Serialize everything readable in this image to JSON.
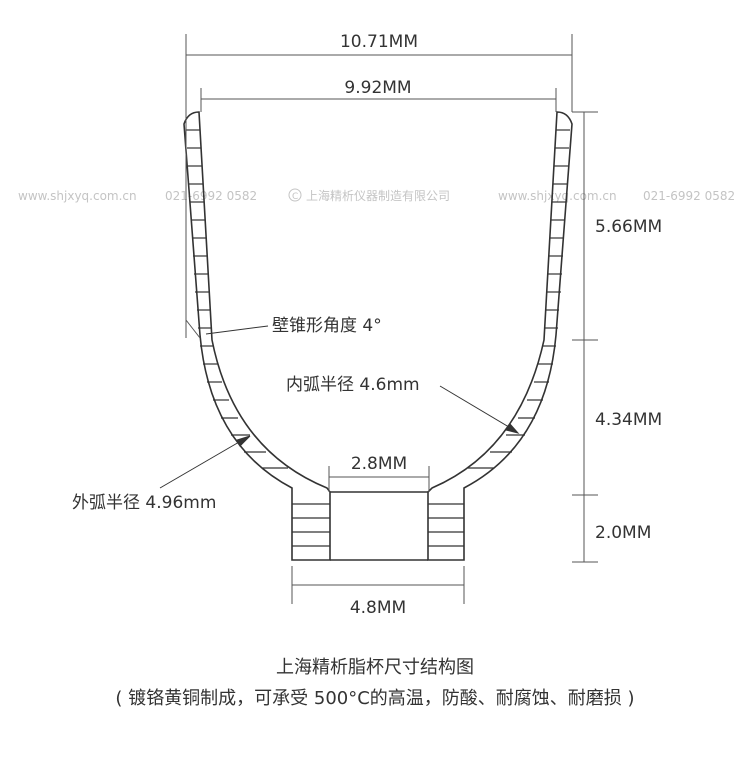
{
  "watermark": {
    "url_left": "www.shjxyq.com.cn",
    "phone_left": "021-6992 0582",
    "company": "上海精析仪器制造有限公司",
    "url_right": "www.shjxyq.com.cn",
    "phone_right": "021-6992 0582"
  },
  "dimensions": {
    "outer_top_width": "10.71MM",
    "inner_top_width": "9.92MM",
    "upper_height": "5.66MM",
    "middle_height": "4.34MM",
    "base_height": "2.0MM",
    "bottom_inner_width": "2.8MM",
    "base_width": "4.8MM"
  },
  "annotations": {
    "wall_taper": "壁锥形角度 4°",
    "inner_radius": "内弧半径 4.6mm",
    "outer_radius": "外弧半径 4.96mm"
  },
  "caption": {
    "title": "上海精析脂杯尺寸结构图",
    "subtitle": "( 镀铬黄铜制成，可承受 500°C的高温，防酸、耐腐蚀、耐磨损 )"
  },
  "colors": {
    "line": "#333333",
    "watermark": "#c4c4c4",
    "background": "#ffffff"
  }
}
